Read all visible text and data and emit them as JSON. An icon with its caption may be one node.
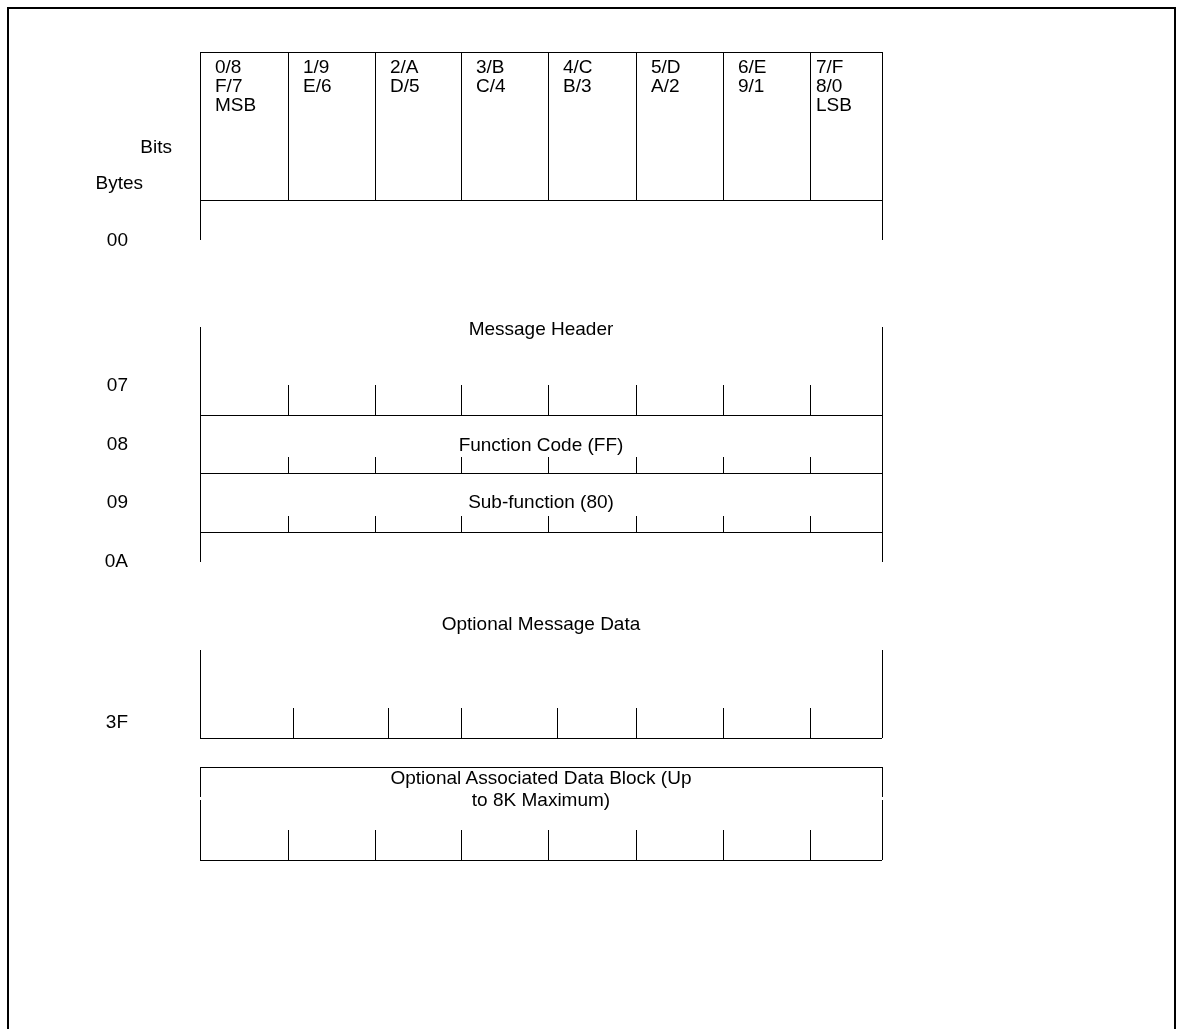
{
  "diagram": {
    "nodes": [
      {
        "text": [
          "0/8",
          "F/7",
          "MSB"
        ]
      },
      {
        "text": [
          "1/9",
          "E/6"
        ]
      },
      {
        "text": [
          "2/A",
          "D/5"
        ]
      },
      {
        "text": [
          "3/B",
          "C/4"
        ]
      },
      {
        "text": [
          "4/C",
          "B/3"
        ]
      },
      {
        "text": [
          "5/D",
          "A/2"
        ]
      },
      {
        "text": [
          "6/E",
          "9/1"
        ]
      },
      {
        "text": [
          "7/F",
          "8/0",
          "LSB"
        ]
      },
      {
        "text": [
          "Message Header"
        ]
      },
      {
        "text": [
          "Function Code (FF)"
        ]
      },
      {
        "text": [
          "Sub-function (80)"
        ]
      },
      {
        "text": [
          "Optional Message Data"
        ]
      },
      {
        "text": [
          "Optional Associated Data Block (Up to 8K Maximum)"
        ]
      }
    ],
    "edges": [],
    "labels": [
      "Bits",
      "Bytes",
      "00",
      "07",
      "08",
      "09",
      "0A",
      "3F"
    ]
  }
}
